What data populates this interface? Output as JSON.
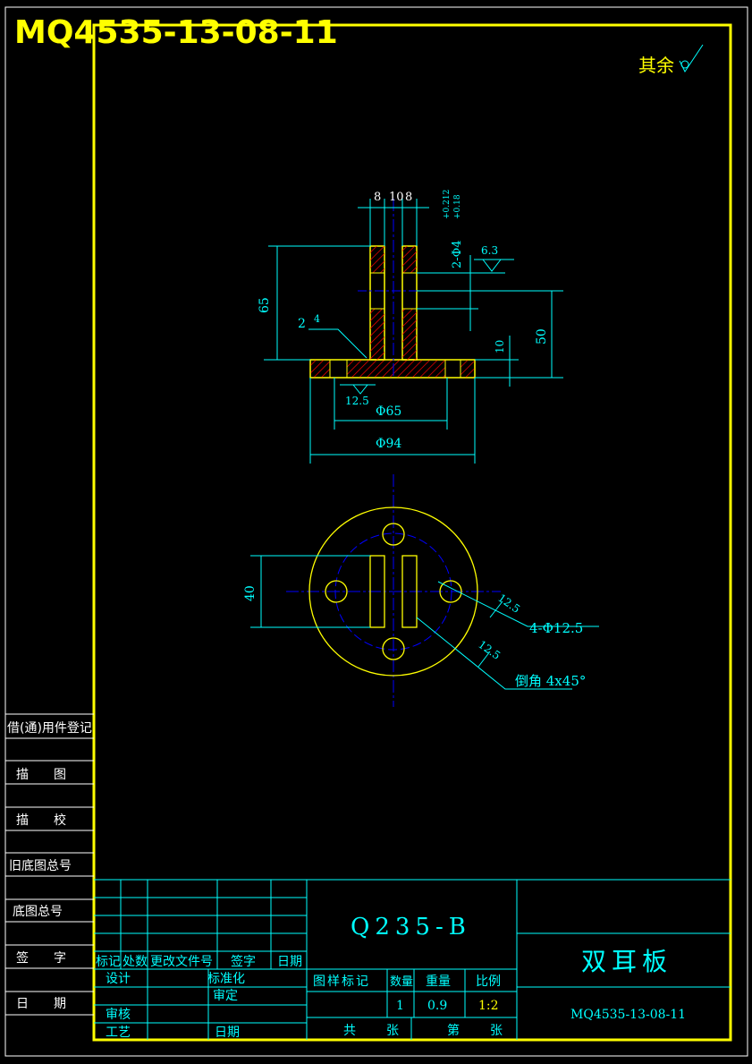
{
  "drawing_number_header": "MQ4535-13-08-11",
  "surface_note": "其余",
  "dimensions": {
    "top_8a": "8",
    "top_10": "10",
    "top_8b": "8",
    "hole_dia": "2-Φ4",
    "hole_tol_upper": "+0.212",
    "hole_tol_lower": "+0.18",
    "roughness_63": "6.3",
    "height_65": "65",
    "height_50": "50",
    "height_10": "10",
    "weld": "2",
    "weld_size": "4",
    "roughness_125_bottom": "12.5",
    "dia_65": "Φ65",
    "dia_94": "Φ94",
    "width_40": "40",
    "roughness_125_a": "12.5",
    "holes_4": "4-Φ12.5",
    "roughness_125_b": "12.5",
    "chamfer": "倒角 4x45°"
  },
  "left_panel": {
    "r1": "借(通)用件登记",
    "r2": "描　　图",
    "r3": "描　　校",
    "r4": "旧底图总号",
    "r5": "底图总号",
    "r6": "签　　字",
    "r7": "日　　期"
  },
  "title_block": {
    "material": "Q235-B",
    "part_name": "双耳板",
    "drawing_number": "MQ4535-13-08-11",
    "hdr_mark": "标记",
    "hdr_count": "处数",
    "hdr_doc": "更改文件号",
    "hdr_sign": "签字",
    "hdr_date": "日期",
    "design": "设计",
    "standardize": "标准化",
    "approve": "审定",
    "review": "审核",
    "process": "工艺",
    "date": "日期",
    "stage_mark": "图样标记",
    "qty": "数量",
    "weight": "重量",
    "scale": "比例",
    "qty_val": "1",
    "weight_val": "0.9",
    "scale_val": "1:2",
    "total": "共",
    "sheets": "张",
    "sheet_no": "第",
    "sheets2": "张"
  },
  "colors": {
    "frame": "#ffff00",
    "line": "#00ffff",
    "center": "#0000ff",
    "text": "#00ffff",
    "white": "#ffffff"
  }
}
